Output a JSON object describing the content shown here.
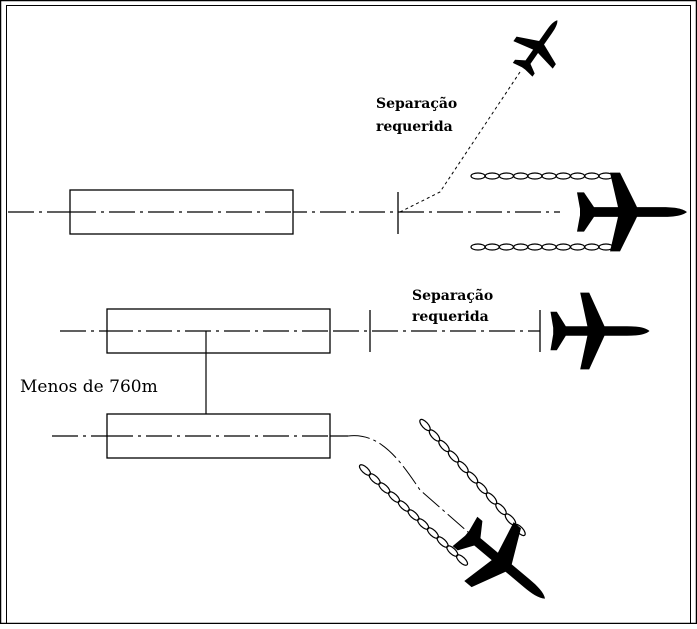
{
  "labels": {
    "top_separation_line1": "Separação",
    "top_separation_line2": "requerida",
    "mid_separation_line1": "Separação",
    "mid_separation_line2": "requerida",
    "distance": "Menos de 760m"
  },
  "colors": {
    "ink": "#000000",
    "background": "#ffffff"
  },
  "icons": [
    "airplane-icon",
    "wake-turbulence-icon"
  ]
}
